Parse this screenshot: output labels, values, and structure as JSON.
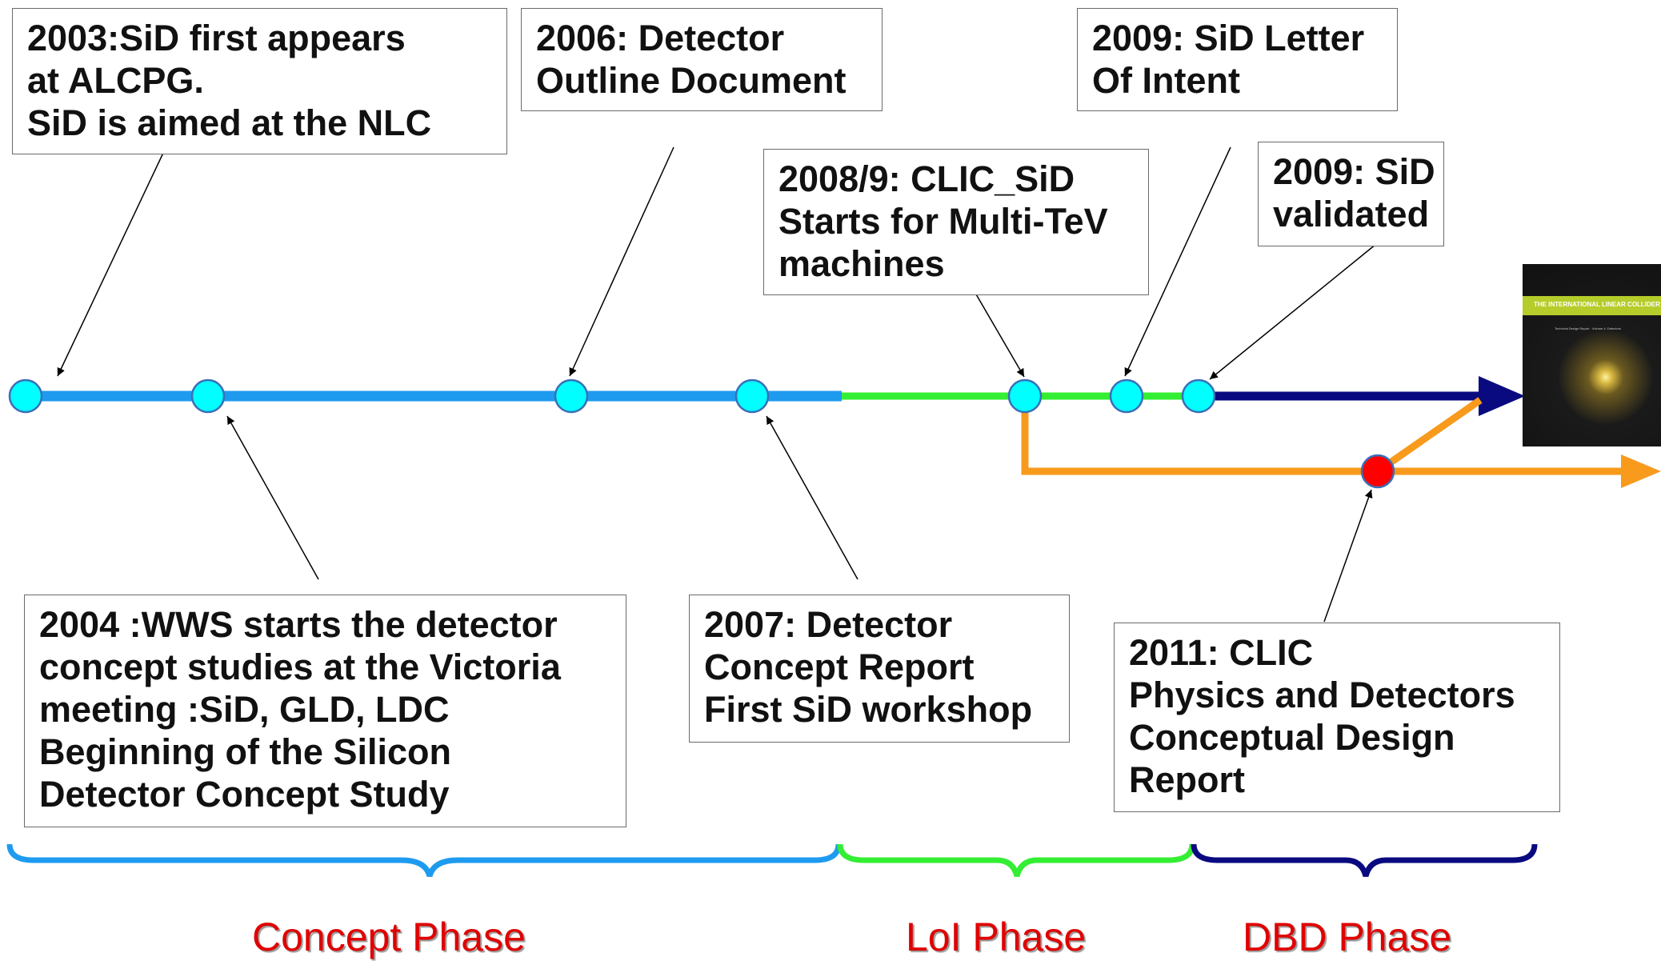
{
  "milestones": {
    "m2003": {
      "lines": [
        "2003:SiD first appears",
        "at ALCPG.",
        "SiD is aimed at the  NLC"
      ]
    },
    "m2006": {
      "lines": [
        "2006: Detector",
        "Outline Document"
      ]
    },
    "m2009loi": {
      "lines": [
        "2009: SiD Letter",
        "Of Intent"
      ]
    },
    "m2008": {
      "lines": [
        "2008/9: CLIC_SiD",
        "Starts for Multi-TeV",
        "machines"
      ]
    },
    "m2009val": {
      "lines": [
        "2009: SiD",
        "validated"
      ]
    },
    "m2004": {
      "lines": [
        "2004 :WWS starts the detector",
        "concept studies at the Victoria",
        "meeting :SiD, GLD, LDC",
        "Beginning of the Silicon",
        "Detector Concept Study"
      ]
    },
    "m2007": {
      "lines": [
        "2007: Detector",
        "Concept Report",
        "First SiD workshop"
      ]
    },
    "m2011": {
      "lines": [
        "2011: CLIC",
        "Physics and Detectors",
        "Conceptual Design",
        "Report"
      ]
    }
  },
  "phases": {
    "concept": "Concept Phase",
    "loi": "LoI Phase",
    "dbd": "DBD Phase"
  },
  "report_cover": {
    "title": "THE INTERNATIONAL LINEAR COLLIDER",
    "subtitle": "Technical Design Report · Volume 4: Detectors"
  },
  "colors": {
    "concept_line": "#1e9bef",
    "loi_line": "#33ee33",
    "dbd_line": "#0a0a80",
    "clic_line": "#f89a1c",
    "node_fill": "#00ffff",
    "clic_node_fill": "#ff0000",
    "phase_text": "#e00000"
  }
}
